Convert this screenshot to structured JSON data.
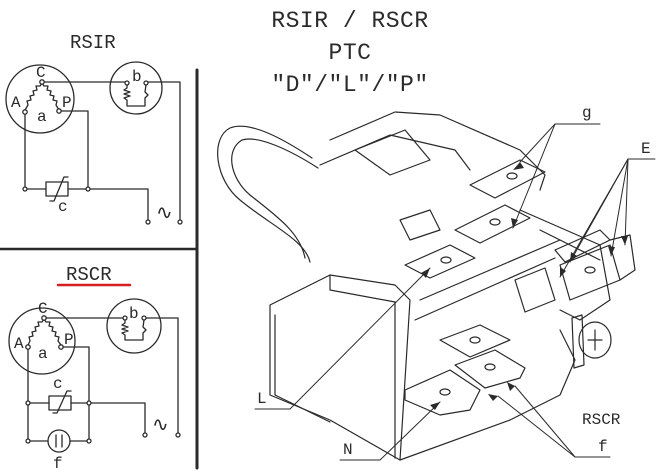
{
  "header": {
    "title_line1": "RSIR / RSCR",
    "title_line2": "PTC",
    "title_line3": "\"D\"/\"L\"/\"P\""
  },
  "panels": {
    "rsir": {
      "title": "RSIR",
      "motor_label": "a",
      "terminal_common": "C",
      "terminal_aux": "A",
      "terminal_main": "P",
      "protector_label": "b",
      "ptc_label": "c",
      "supply_symbol": "∿"
    },
    "rscr": {
      "title": "RSCR",
      "title_underline_color": "#d42020",
      "motor_label": "a",
      "terminal_common": "C",
      "terminal_aux": "A",
      "terminal_main": "P",
      "protector_label": "b",
      "ptc_label": "c",
      "capacitor_label": "f",
      "supply_symbol": "∿"
    }
  },
  "drawing": {
    "callouts": {
      "g": "g",
      "E": "E",
      "L": "L",
      "N": "N",
      "f": "f"
    },
    "variant_note": "RSCR"
  },
  "colors": {
    "ink": "#2a2a2a",
    "accent_underline": "#d42020",
    "background": "#ffffff"
  }
}
